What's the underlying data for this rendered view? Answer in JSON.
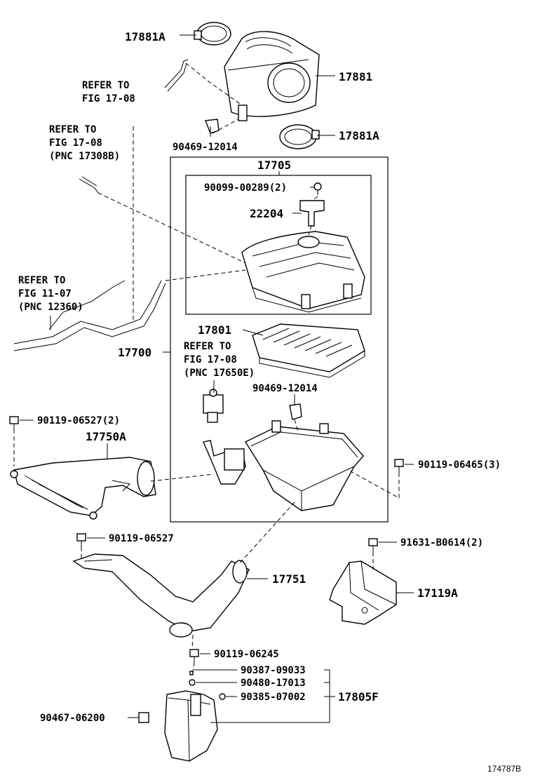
{
  "labels": {
    "p17881a_top": "17881A",
    "p17881": "17881",
    "p90469_top": "90469-12014",
    "p17881a_mid": "17881A",
    "p17705": "17705",
    "p90099": "90099-00289(2)",
    "p22204": "22204",
    "p17801": "17801",
    "p17700": "17700",
    "p90469_mid": "90469-12014",
    "p90119_06527_2": "90119-06527(2)",
    "p17750a": "17750A",
    "p90119_06465": "90119-06465(3)",
    "p90119_06527": "90119-06527",
    "p91631": "91631-B0614(2)",
    "p17751": "17751",
    "p17119a": "17119A",
    "p90119_06245": "90119-06245",
    "p90387": "90387-09033",
    "p90480": "90480-17013",
    "p90385": "90385-07002",
    "p17805f": "17805F",
    "p90467": "90467-06200"
  },
  "refer_notes": {
    "r1": [
      "REFER TO",
      "FIG 17-08"
    ],
    "r2": [
      "REFER TO",
      "FIG 17-08",
      "(PNC 17308B)"
    ],
    "r3": [
      "REFER TO",
      "FIG 11-07",
      "(PNC 12360)"
    ],
    "r4": [
      "REFER TO",
      "FIG 17-08",
      "(PNC 17650E)"
    ]
  },
  "illustration_id": "174787B"
}
